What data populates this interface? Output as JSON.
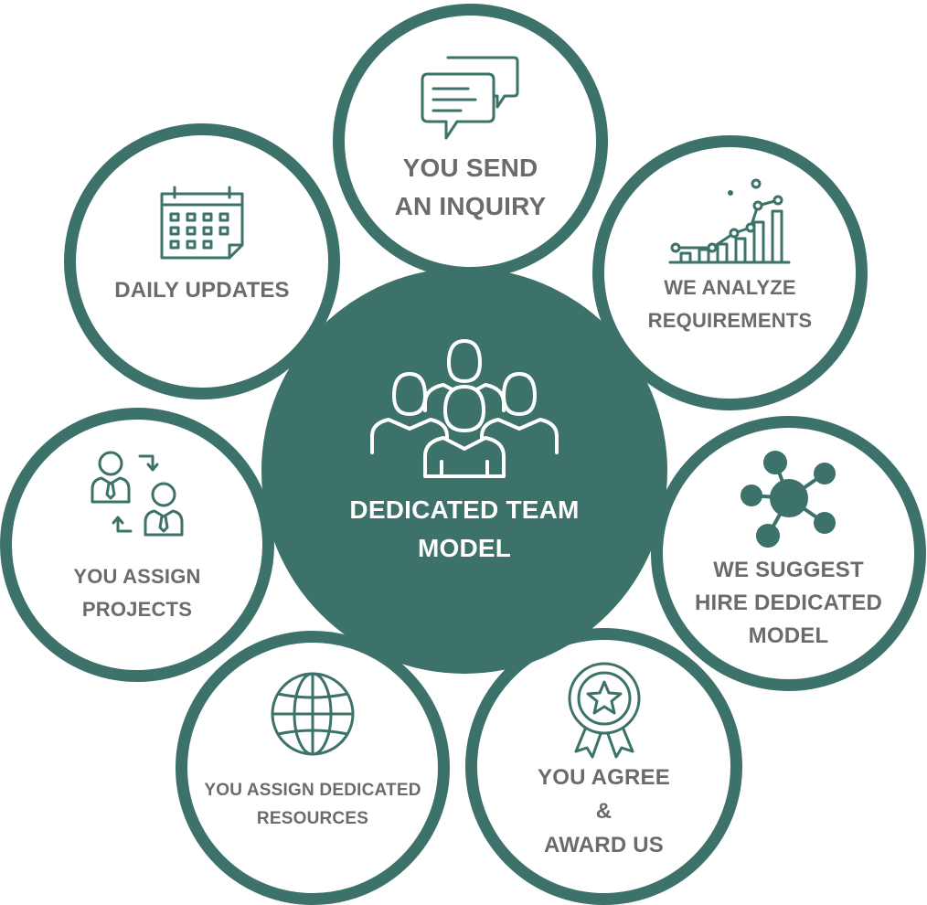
{
  "colors": {
    "primary": "#3c7269",
    "text": "#6b6b6b",
    "background": "#ffffff"
  },
  "center": {
    "label": "DEDICATED TEAM\nMODEL",
    "icon": "team-icon"
  },
  "steps": [
    {
      "id": "send-inquiry",
      "label": "YOU SEND\nAN INQUIRY",
      "icon": "chat-bubbles-icon"
    },
    {
      "id": "analyze",
      "label": "WE ANALYZE\nREQUIREMENTS",
      "icon": "growth-chart-icon"
    },
    {
      "id": "suggest",
      "label": "WE SUGGEST\nHIRE DEDICATED\nMODEL",
      "icon": "network-icon"
    },
    {
      "id": "agree",
      "label": "YOU AGREE\n&\nAWARD US",
      "icon": "award-badge-icon"
    },
    {
      "id": "assign-resources",
      "label": "YOU ASSIGN DEDICATED\nRESOURCES",
      "icon": "globe-icon"
    },
    {
      "id": "assign-projects",
      "label": "YOU ASSIGN\nPROJECTS",
      "icon": "delegation-icon"
    },
    {
      "id": "daily-updates",
      "label": "DAILY UPDATES",
      "icon": "calendar-icon"
    }
  ]
}
